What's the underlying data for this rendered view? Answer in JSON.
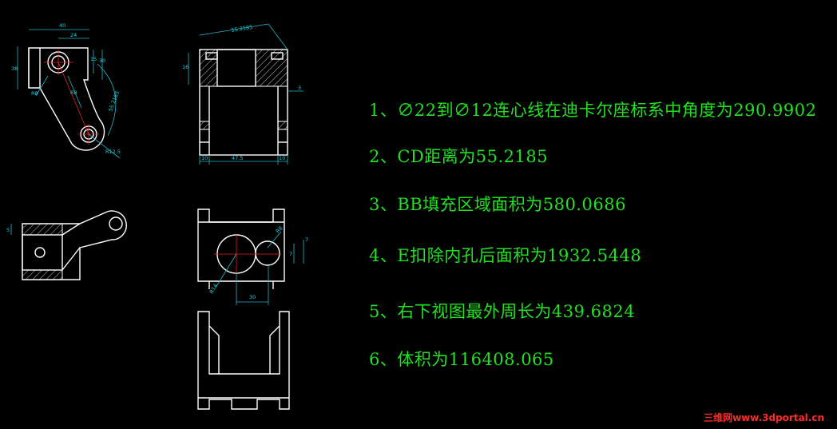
{
  "notes": [
    "1、∅22到∅12连心线在迪卡尔座标系中角度为290.9902",
    "2、CD距离为55.2185",
    "3、BB填充区域面积为580.0686",
    "4、E扣除内孔后面积为1932.5448",
    "5、右下视图最外周长为439.6824",
    "6、体积为116408.065"
  ],
  "dims": {
    "top_left": [
      "40",
      "24",
      "38",
      "15",
      "30",
      "R8",
      "R8",
      "55.2185",
      "R12.5"
    ],
    "top_right": [
      "55.2185",
      "16",
      "3",
      "10",
      "47.5",
      "10"
    ],
    "mid_left": [
      "5"
    ],
    "mid_right": [
      "R8",
      "7",
      "7",
      "R14",
      "30"
    ]
  },
  "watermark": "三维网www.3dportal.cn",
  "colors": {
    "background": "#000000",
    "notes": "#22e022",
    "dimensions": "#22d0e0",
    "centerlines": "#e02020",
    "watermark": "#ff2a2a"
  }
}
